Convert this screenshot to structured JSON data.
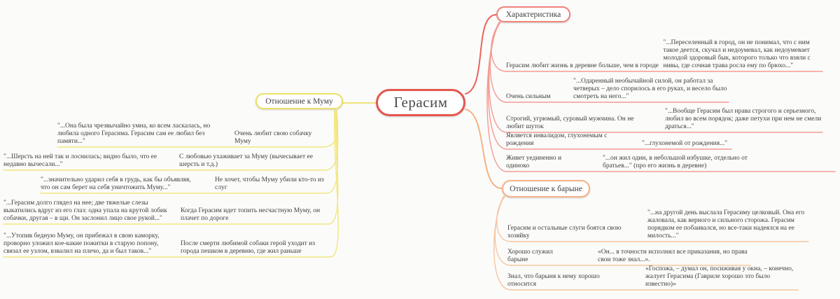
{
  "page": {
    "background": "#fbfbfa",
    "text_color": "#3e3e3e"
  },
  "colors": {
    "red_main": "#e4574d",
    "red_light": "#f49a91",
    "yellow": "#ece066",
    "yellow_line": "#f2e77e",
    "orange": "#f5b286",
    "orange_line": "#f8c49e"
  },
  "map": {
    "root": {
      "label": "Герасим"
    },
    "branches": [
      {
        "label": "Характеристика",
        "color": "#ef837a",
        "leaves": [
          {
            "label": "Герасим любит жизнь в деревне больше, чем в городе",
            "quote": "\"...Переселенный в город, он не понимал, что с ним такое деется, скучал и недоумевал, как недоумевает молодой здоровый бык, которого только что взяли с нивы, где сочная трава росла ему по брюхо...\""
          },
          {
            "label": "Очень сильным",
            "quote": "\"...Одаренный необычайной силой, он работал за четверых – дело спорилось в его руках, и весело было смотреть на него...\""
          },
          {
            "label": "Строгий, угрюмый, суровый мужчина. Он не любит шуток",
            "quote": "\"...Вообще Герасим был нрава строгого и серьезного, любил во всем порядок; даже петухи при нем не смели драться...\""
          },
          {
            "label": "Является инвалидом, глухонемым с рождения",
            "quote": "\"...глухонемой от рождения...\""
          },
          {
            "label": "Живет уединенно и одиноко",
            "quote": "\"...он жил один, в небольшой избушке, отдельно от братьев...\" (про его жизнь в деревне)"
          }
        ]
      },
      {
        "label": "Отношение к Муму",
        "color": "#ece066",
        "leaves": [
          {
            "label": "Очень любит свою собачку Муму",
            "quote": "\"...Она была чрезвычайно умна, ко всем ласкалась, но любила одного Герасима. Герасим сам ее любил без памяти...\""
          },
          {
            "label": "С любовью ухаживает за Муму (вычесывает ее шерсть и т.д.)",
            "quote": "\"...Шерсть на ней так и лоснилась; видно было, что ее недавно вычесали...\""
          },
          {
            "label": "Не хочет, чтобы Муму убили кто-то из слуг",
            "quote": "\"...значительно ударил себя в грудь, как бы объявляя, что он сам берет на себя уничтожить Муму...\""
          },
          {
            "label": "Когда Герасим идет топить несчастную Муму, он плачет по дороге",
            "quote": "\"...Герасим долго глядел на нее; две тяжелые слезы выкатились вдруг из его глаз: одна упала на крутой лобик собачки, другая – в щи. Он заслонил лицо свое рукой...\""
          },
          {
            "label": "После смерти любимой собаки герой уходит из города пешком в деревню, где жил раньше",
            "quote": "\"...Утопив бедную Муму, он прибежал в свою каморку, проворно уложил кое-какие пожитки в старую попону, связал ее узлом, взвалил на плечо, да и был таков...\""
          }
        ]
      },
      {
        "label": "Отношение к барыне",
        "color": "#f5b286",
        "leaves": [
          {
            "label": "Герасим и остальные слуги боятся свою хозяйку",
            "quote": "\"...на другой день выслала Герасиму целковый. Она его жаловала, как верного и сильного сторожа. Герасим порядком ее побаивался, но все-таки надеялся на ее милость...\""
          },
          {
            "label": "Хорошо служил барыне",
            "quote": "«Он... в точности исполнял все приказания, но права свои тоже знал...»."
          },
          {
            "label": "Знал, что барыня к нему хорошо относится",
            "quote": "«Госпожа, – думал он, посиживая у окна, – конечно, жалует Герасима (Гавриле хорошо это было известно)»"
          }
        ]
      }
    ]
  }
}
